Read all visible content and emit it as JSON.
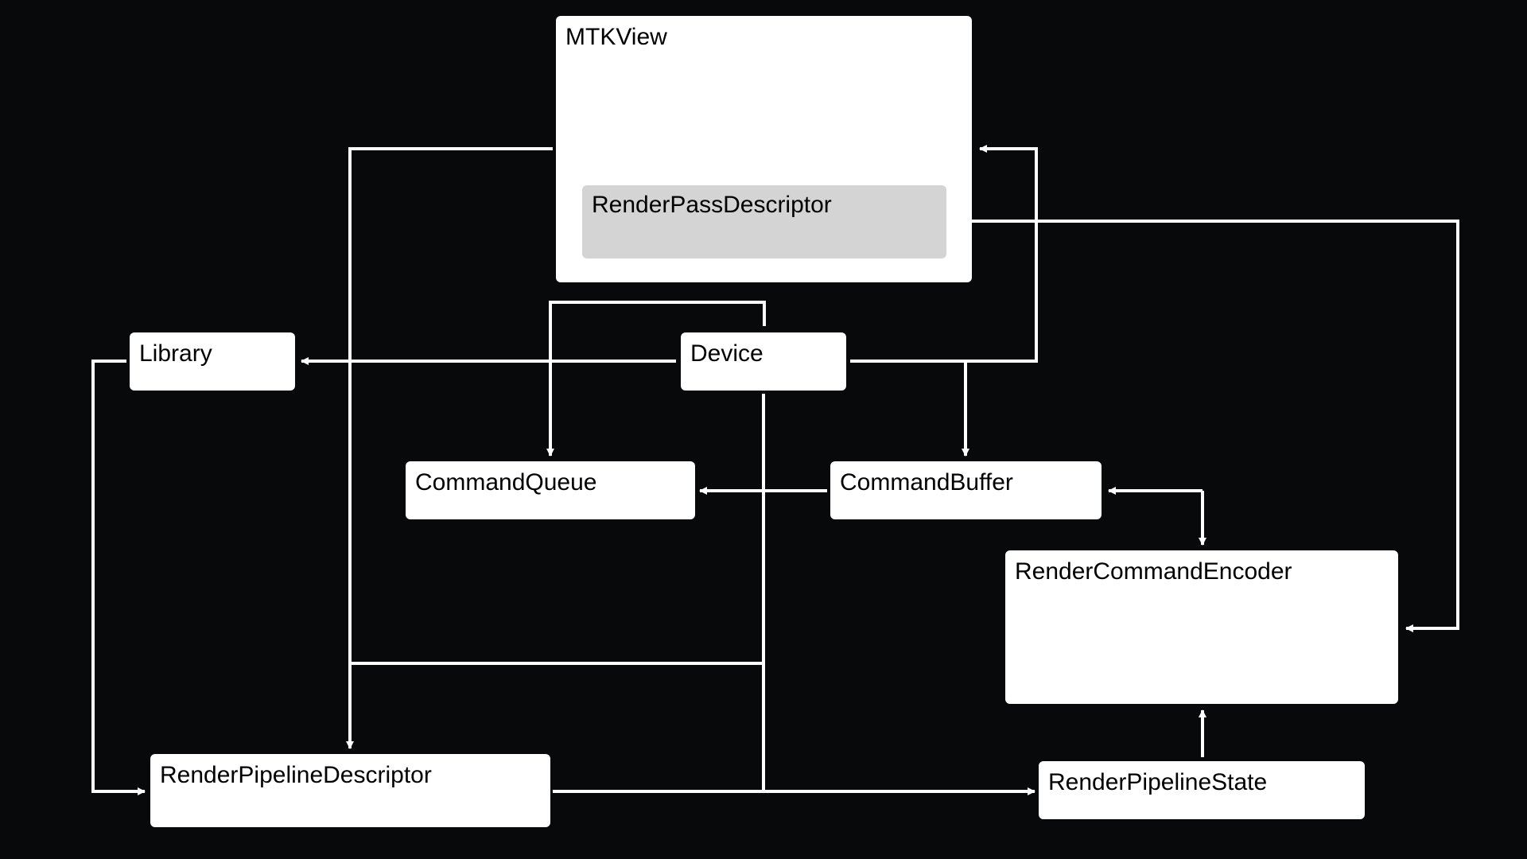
{
  "nodes": {
    "mtkview": "MTKView",
    "render_pass_descriptor": "RenderPassDescriptor",
    "library": "Library",
    "device": "Device",
    "command_queue": "CommandQueue",
    "command_buffer": "CommandBuffer",
    "render_command_encoder": "RenderCommandEncoder",
    "render_pipeline_descriptor": "RenderPipelineDescriptor",
    "render_pipeline_state": "RenderPipelineState"
  },
  "colors": {
    "background": "#07090a",
    "box": "#ffffff",
    "inner_box": "#d4d4d4",
    "connector": "#ffffff"
  }
}
